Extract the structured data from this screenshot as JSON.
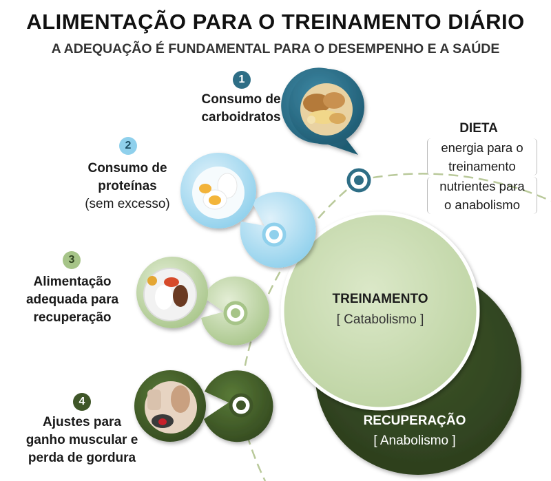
{
  "header": {
    "title": "ALIMENTAÇÃO PARA O TREINAMENTO DIÁRIO",
    "subtitle": "A ADEQUAÇÃO É FUNDAMENTAL PARA O DESEMPENHO E A SAÚDE"
  },
  "steps": [
    {
      "number": "1",
      "line1": "Consumo de",
      "line2": "carboidratos",
      "icon": "bread-icon"
    },
    {
      "number": "2",
      "line1": "Consumo de",
      "line2": "proteínas",
      "line3": "(sem excesso)",
      "icon": "egg-icon"
    },
    {
      "number": "3",
      "line1": "Alimentação",
      "line2": "adequada para",
      "line3": "recuperação",
      "icon": "meal-plate-icon"
    },
    {
      "number": "4",
      "line1": "Ajustes para",
      "line2": "ganho muscular e",
      "line3": "perda de gordura",
      "icon": "athlete-icon"
    }
  ],
  "diet": {
    "title": "DIETA",
    "energy": [
      "energia para o",
      "treinamento"
    ],
    "nutrients": [
      "nutrientes para",
      "o anabolismo"
    ]
  },
  "circles": {
    "training": {
      "title": "TREINAMENTO",
      "sub": "[ Catabolismo ]"
    },
    "recovery": {
      "title": "RECUPERAÇÃO",
      "sub": "[ Anabolismo ]"
    }
  },
  "colors": {
    "step1": "#2e6e86",
    "step2": "#7cc4e4",
    "step3": "#a6c488",
    "step4": "#3f5628",
    "training_circle": "#c8dbb0",
    "recovery_circle": "#324522",
    "dash": "#b9c99a"
  }
}
